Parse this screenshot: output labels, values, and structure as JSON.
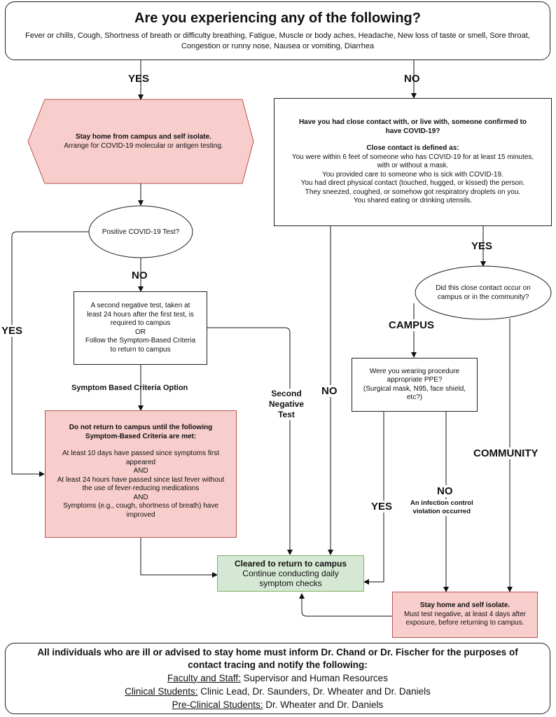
{
  "header": {
    "title": "Are you experiencing any of the following?",
    "symptoms": "Fever or chills, Cough, Shortness of breath or difficulty breathing, Fatigue, Muscle or body aches, Headache, New loss of taste or smell, Sore throat, Congestion or runny nose, Nausea or vomiting, Diarrhea"
  },
  "labels": {
    "yes_top": "YES",
    "no_top": "NO",
    "no_after_test": "NO",
    "yes_left": "YES",
    "yes_contact": "YES",
    "campus": "CAMPUS",
    "community": "COMMUNITY",
    "symptom_option": "Symptom Based Criteria Option",
    "second_negative": [
      "Second",
      "Negative",
      "Test"
    ],
    "no_middle": "NO",
    "yes_ppe": "YES",
    "no_ppe": "NO",
    "violation": [
      "An infection control",
      "violation occurred"
    ]
  },
  "stay_home": {
    "title": "Stay home from campus and self isolate.",
    "text": "Arrange for COVID-19 molecular or antigen testing."
  },
  "positive_test": "Positive COVID-19 Test?",
  "second_test": [
    "A second negative test, taken at",
    "least 24 hours after the first test, is",
    "required to campus",
    "OR",
    "Follow the Symptom-Based Criteria",
    "to return to campus"
  ],
  "criteria": {
    "title": [
      "Do not return to campus until the following",
      "Symptom-Based Criteria are met:"
    ],
    "lines": [
      "At least 10 days have passed since symptoms first",
      "appeared",
      "AND",
      "At least 24 hours have passed since last fever without",
      "the use of fever-reducing medications",
      "AND",
      "Symptoms (e.g., cough, shortness of breath) have",
      "improved"
    ]
  },
  "cleared": {
    "title": "Cleared to return to campus",
    "lines": [
      "Continue conducting daily",
      "symptom checks"
    ]
  },
  "contact": {
    "question": [
      "Have you had close contact with, or live with, someone confirmed to",
      "have COVID-19?"
    ],
    "def_title": "Close contact is defined as:",
    "lines": [
      "You were within 6 feet of someone who has COVID-19 for at least 15 minutes,",
      "with or without a mask.",
      "You provided care to someone who is sick with COVID-19.",
      "You had direct physical contact (touched, hugged, or kissed) the person.",
      "They sneezed, coughed, or somehow got respiratory droplets on you.",
      "You shared eating or drinking utensils."
    ]
  },
  "where": [
    "Did this close contact occur on",
    "campus or in the community?"
  ],
  "ppe": [
    "Were you wearing procedure",
    "appropriate PPE?",
    "(Surgical mask, N95, face shield,",
    "etc?)"
  ],
  "isolate": {
    "title": "Stay home and self isolate.",
    "lines": [
      "Must test negative, at least 4 days after",
      "exposure, before returning to campus."
    ]
  },
  "footer": {
    "lines": [
      "All individuals who are ill or advised to stay home must inform Dr. Chand or Dr. Fischer for the purposes of",
      "contact tracing and notify the following:"
    ],
    "groups": [
      {
        "role": "Faculty and Staff:",
        "who": " Supervisor and Human Resources"
      },
      {
        "role": "Clinical Students:",
        "who": " Clinic Lead, Dr. Saunders, Dr. Wheater and Dr. Daniels"
      },
      {
        "role": "Pre-Clinical Students:",
        "who": " Dr. Wheater and Dr. Daniels"
      }
    ]
  }
}
